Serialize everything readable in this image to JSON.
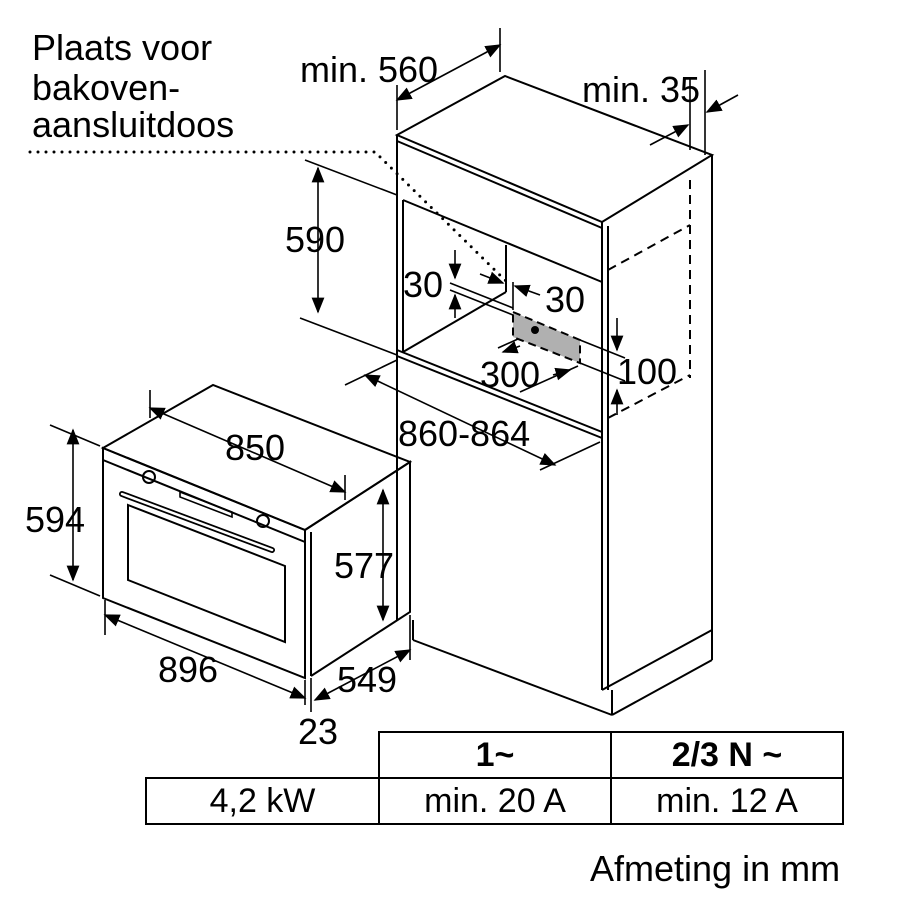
{
  "labels": {
    "connection_note": [
      "Plaats voor",
      "bakoven-",
      "aansluitdoos"
    ],
    "niche_depth": "min. 560",
    "side_clearance": "min. 35",
    "niche_height": "590",
    "gap_vertical": "30",
    "gap_horizontal": "30",
    "box_width": "300",
    "box_height": "100",
    "niche_width": "860-864",
    "oven_width_top": "850",
    "oven_height": "594",
    "oven_body_height": "577",
    "oven_width": "896",
    "oven_depth": "549",
    "front_thickness": "23"
  },
  "table": {
    "headers": [
      "",
      "1~",
      "2/3 N ~"
    ],
    "row": [
      "4,2 kW",
      "min. 20 A",
      "min. 12 A"
    ]
  },
  "caption": "Afmeting in mm",
  "colors": {
    "socket_box": "#b0b0b0",
    "lines": "#000000"
  }
}
